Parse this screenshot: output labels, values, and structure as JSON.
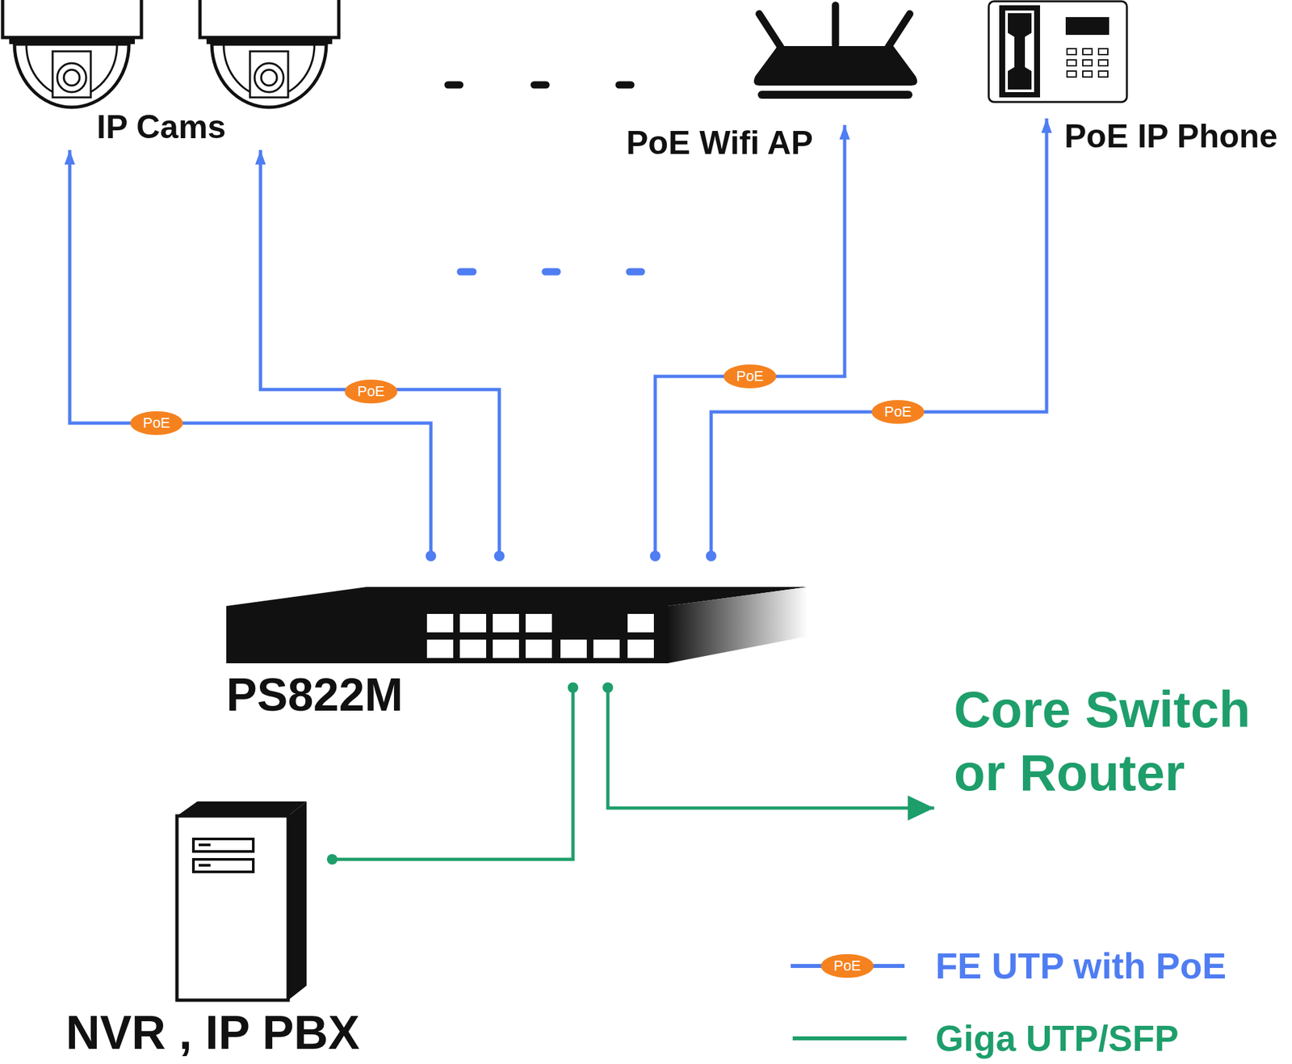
{
  "diagram": {
    "nodes": [
      {
        "text": [
          "IP Cams"
        ]
      },
      {
        "text": [
          "PoE Wifi AP"
        ]
      },
      {
        "text": [
          "PoE IP Phone"
        ]
      },
      {
        "text": [
          "PS822M"
        ]
      },
      {
        "text": [
          "NVR , IP PBX"
        ]
      },
      {
        "text": [
          "Core Switch or Router"
        ]
      }
    ],
    "edges": [
      {
        "from": 3,
        "to": 0,
        "arrow": "to",
        "label": "PoE"
      },
      {
        "from": 3,
        "to": 0,
        "arrow": "to",
        "label": "PoE"
      },
      {
        "from": 3,
        "to": 1,
        "arrow": "to",
        "label": "PoE"
      },
      {
        "from": 3,
        "to": 2,
        "arrow": "to",
        "label": "PoE"
      },
      {
        "from": 3,
        "to": 4,
        "arrow": "none"
      },
      {
        "from": 3,
        "to": 5,
        "arrow": "to"
      }
    ],
    "labels": [
      "PoE"
    ],
    "legend": [
      {
        "text": "FE UTP with PoE"
      },
      {
        "text": "Giga UTP/SFP"
      }
    ]
  }
}
